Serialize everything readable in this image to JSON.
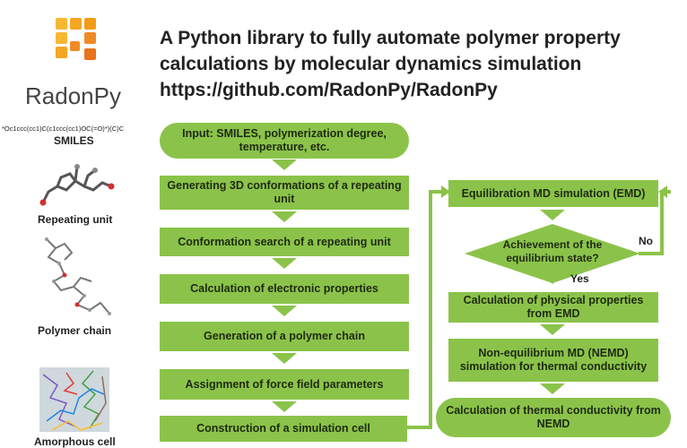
{
  "header": {
    "logo_name": "RadonPy",
    "title_line1": "A Python library to fully automate polymer property",
    "title_line2": "calculations by molecular dynamics simulation",
    "title_line3": "https://github.com/RadonPy/RadonPy"
  },
  "left_panel": {
    "smiles_string": "*Oc1ccc(cc1)C(c1ccc(cc1)OC(=O)*)(C)C",
    "smiles_label": "SMILES",
    "repeating_unit_label": "Repeating unit",
    "polymer_chain_label": "Polymer chain",
    "amorphous_cell_label": "Amorphous cell"
  },
  "flow_left": {
    "input": "Input: SMILES, polymerization degree, temperature, etc.",
    "step1": "Generating 3D conformations of a repeating unit",
    "step2": "Conformation search of a repeating unit",
    "step3": "Calculation of electronic properties",
    "step4": "Generation of a polymer chain",
    "step5": "Assignment of force field parameters",
    "step6": "Construction of a simulation cell"
  },
  "flow_right": {
    "emd": "Equilibration MD simulation (EMD)",
    "decision": "Achievement of the equilibrium state?",
    "no_label": "No",
    "yes_label": "Yes",
    "phys_props": "Calculation of physical properties from EMD",
    "nemd": "Non-equilibrium MD (NEMD) simulation for thermal conductivity",
    "thermal": "Calculation of thermal conductivity from NEMD"
  },
  "colors": {
    "box_green": "#8bc34a",
    "arrow_green": "#8bc34a",
    "logo_orange": "#f5a623"
  }
}
